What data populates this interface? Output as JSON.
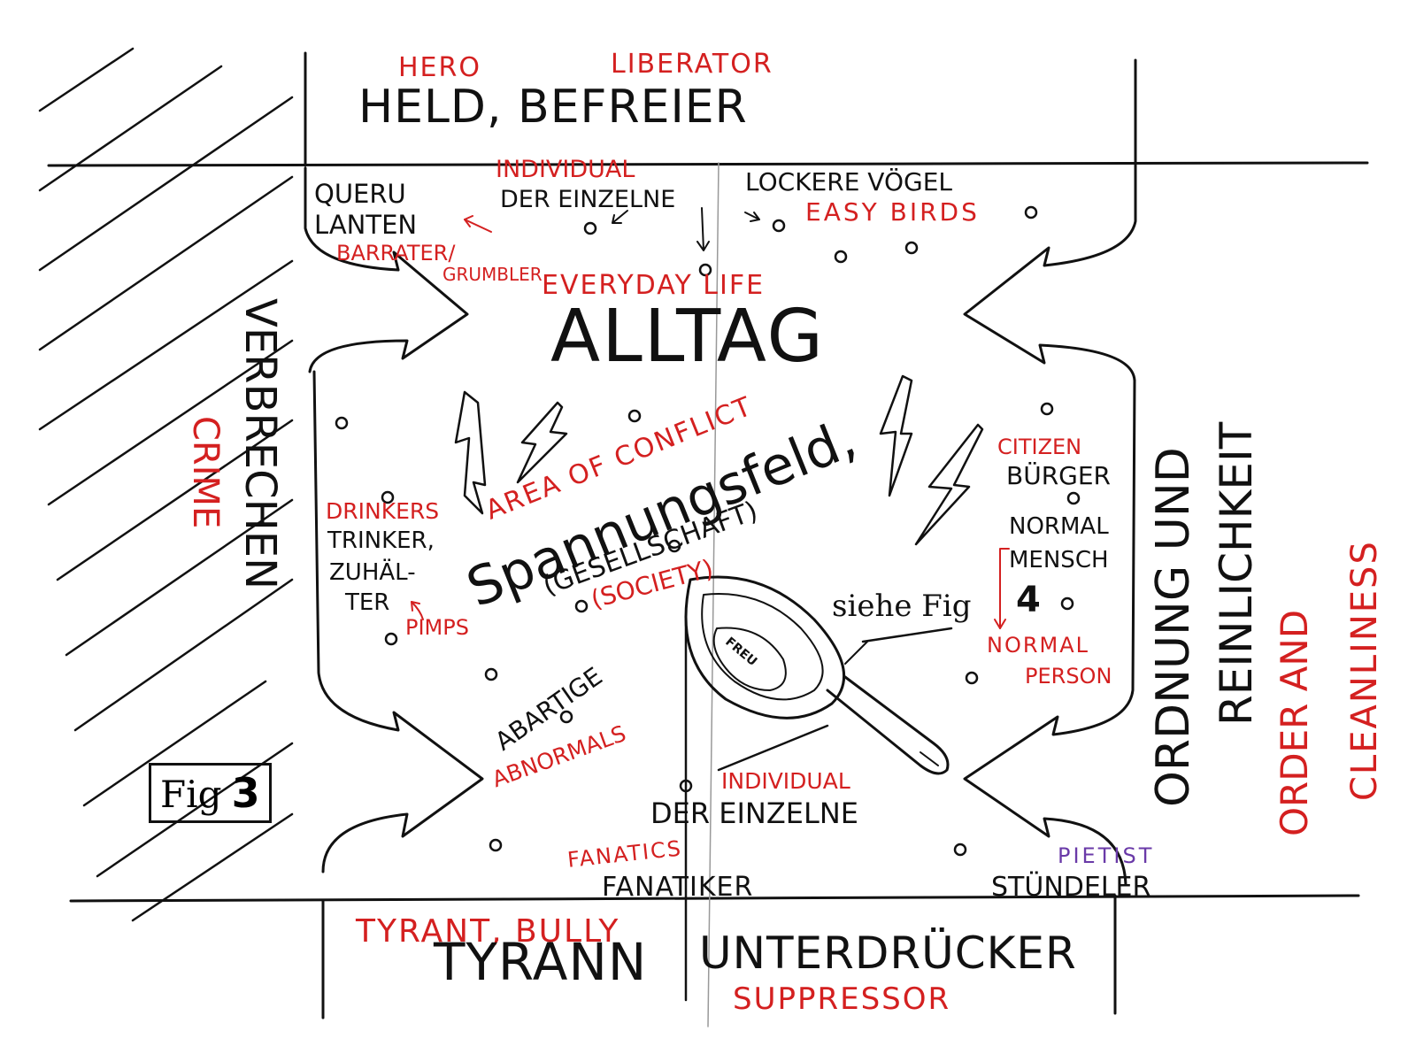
{
  "colors": {
    "ink": "#111111",
    "german_ink": "#111111",
    "translation_ink": "#d42020",
    "pietist_ink": "#6a3aa8"
  },
  "top": {
    "de": "HELD, BEFREIER",
    "en_1": "HERO",
    "en_2": "LIBERATOR"
  },
  "bottom": {
    "de_1": "TYRANN",
    "de_2": "UNTERDRÜCKER",
    "en_1": "TYRANT, BULLY",
    "en_2": "SUPPRESSOR"
  },
  "left_side": {
    "de": "VERBRECHEN",
    "en": "CRIME"
  },
  "right_side": {
    "de_1": "ORDNUNG UND",
    "de_2": "REINLICHKEIT",
    "en_1": "ORDER AND",
    "en_2": "CLEANLINESS"
  },
  "center": {
    "alltag": "ALLTAG",
    "everyday": "EVERYDAY LIFE",
    "spannungsfeld": "Spannungsfeld,",
    "area": "AREA OF CONFLICT",
    "gesellschaft": "(GESELLSCHAFT)",
    "society": "(SOCIETY)"
  },
  "groups": {
    "querulanten_1": "QUERU",
    "querulanten_2": "LANTEN",
    "barrater": "BARRATER/",
    "grumbler": "GRUMBLER",
    "einzelne_top": "DER EINZELNE",
    "individual_top": "INDIVIDUAL",
    "lockere": "LOCKERE VÖGEL",
    "easy_birds": "EASY BIRDS",
    "drinkers": "DRINKERS",
    "trinker_1": "TRINKER,",
    "trinker_2": "ZUHÄL-",
    "trinker_3": "TER",
    "pimps": "PIMPS",
    "abartige": "ABARTIGE",
    "abnormals": "ABNORMALS",
    "buerger": "BÜRGER",
    "citizen": "CITIZEN",
    "normal_1": "NORMAL",
    "normal_2": "MENSCH",
    "normal_en_1": "NORMAL",
    "normal_en_2": "PERSON",
    "siehe": "siehe Fig",
    "fig4": "4",
    "einzelne_bottom": "DER EINZELNE",
    "individual_bottom": "INDIVIDUAL",
    "fanatiker": "FANATIKER",
    "fanatics": "FANATICS",
    "stuendeler": "STÜNDELER",
    "pietist": "PIETIST",
    "lens_label": "FREU"
  },
  "figure": {
    "fig_label": "Fig",
    "fig_num": "3"
  }
}
